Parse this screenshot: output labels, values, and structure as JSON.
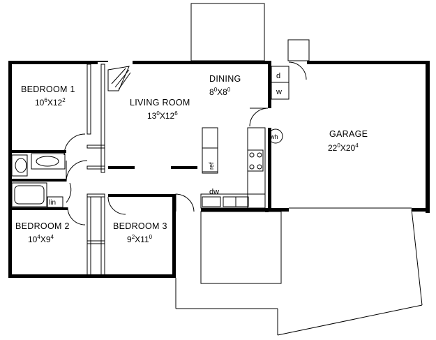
{
  "rooms": {
    "bedroom1": {
      "name": "BEDROOM 1",
      "w": "10",
      "wi": "6",
      "l": "12",
      "li": "2"
    },
    "living": {
      "name": "LIVING ROOM",
      "w": "13",
      "wi": "0",
      "l": "12",
      "li": "6"
    },
    "dining": {
      "name": "DINING",
      "w": "8",
      "wi": "0",
      "l": "8",
      "li": "0"
    },
    "garage": {
      "name": "GARAGE",
      "w": "22",
      "wi": "0",
      "l": "20",
      "li": "4"
    },
    "bedroom2": {
      "name": "BEDROOM 2",
      "w": "10",
      "wi": "4",
      "l": "9",
      "li": "4"
    },
    "bedroom3": {
      "name": "BEDROOM 3",
      "w": "9",
      "wi": "2",
      "l": "11",
      "li": "0"
    }
  },
  "fixtures": {
    "dryer": "d",
    "washer": "w",
    "water_heater": "wh",
    "refrigerator": "ref",
    "dishwasher": "dw",
    "linen": "lin"
  }
}
